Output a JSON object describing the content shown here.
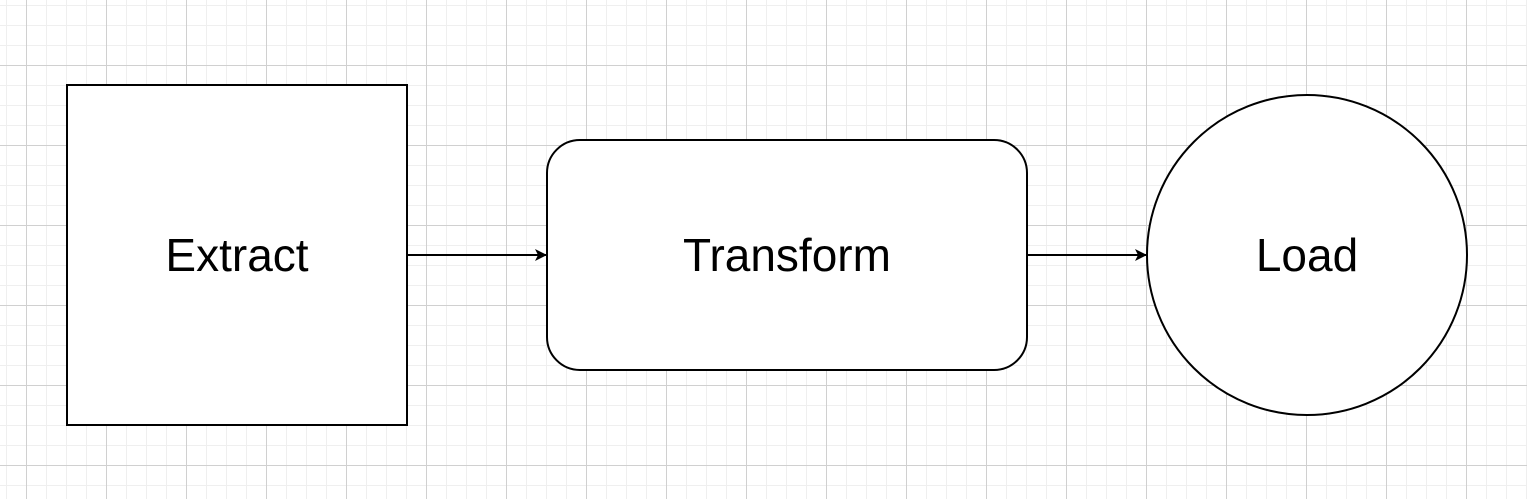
{
  "diagram": {
    "nodes": [
      {
        "id": "extract",
        "label": "Extract",
        "shape": "square"
      },
      {
        "id": "transform",
        "label": "Transform",
        "shape": "rounded-rectangle"
      },
      {
        "id": "load",
        "label": "Load",
        "shape": "circle"
      }
    ],
    "edges": [
      {
        "from": "extract",
        "to": "transform"
      },
      {
        "from": "transform",
        "to": "load"
      }
    ],
    "colors": {
      "stroke": "#000000",
      "fill": "#ffffff",
      "grid": "#d0d0d0"
    }
  }
}
